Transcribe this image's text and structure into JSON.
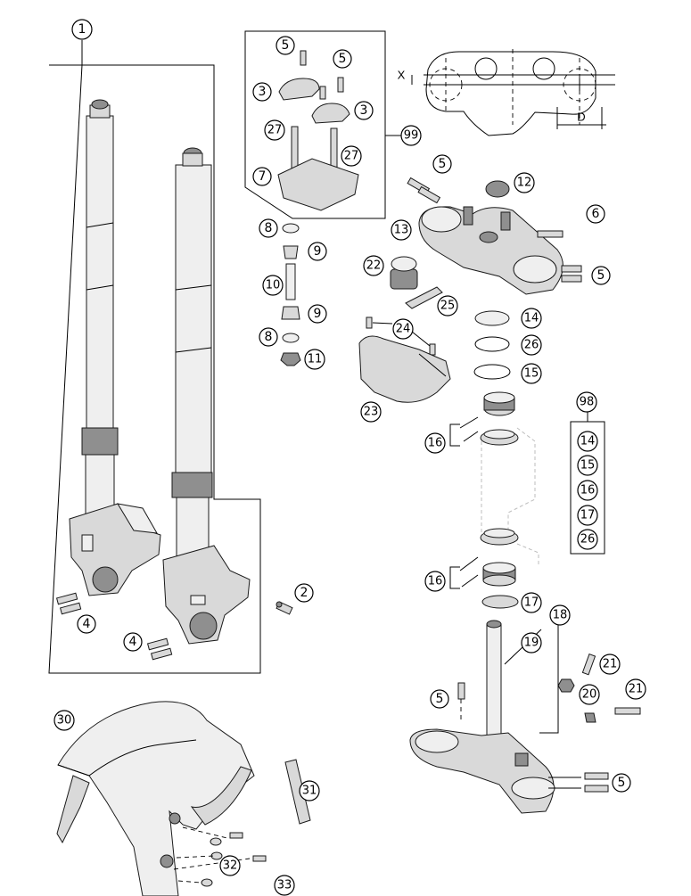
{
  "callouts": {
    "c1": "1",
    "c2": "2",
    "c3a": "3",
    "c3b": "3",
    "c4a": "4",
    "c4b": "4",
    "c5a": "5",
    "c5b": "5",
    "c5c": "5",
    "c5d": "5",
    "c5e": "5",
    "c5f": "5",
    "c6": "6",
    "c7": "7",
    "c8a": "8",
    "c8b": "8",
    "c9a": "9",
    "c9b": "9",
    "c10": "10",
    "c11": "11",
    "c12": "12",
    "c13": "13",
    "c14": "14",
    "c14k": "14",
    "c15": "15",
    "c15k": "15",
    "c16a": "16",
    "c16b": "16",
    "c16k": "16",
    "c17": "17",
    "c17k": "17",
    "c18": "18",
    "c19": "19",
    "c20": "20",
    "c21a": "21",
    "c21b": "21",
    "c22": "22",
    "c23": "23",
    "c24": "24",
    "c25": "25",
    "c26": "26",
    "c26k": "26",
    "c27a": "27",
    "c27b": "27",
    "c30": "30",
    "c31": "31",
    "c32": "32",
    "c33": "33",
    "c98": "98",
    "c99": "99"
  },
  "dimensions": {
    "x": "X",
    "d": "D"
  }
}
